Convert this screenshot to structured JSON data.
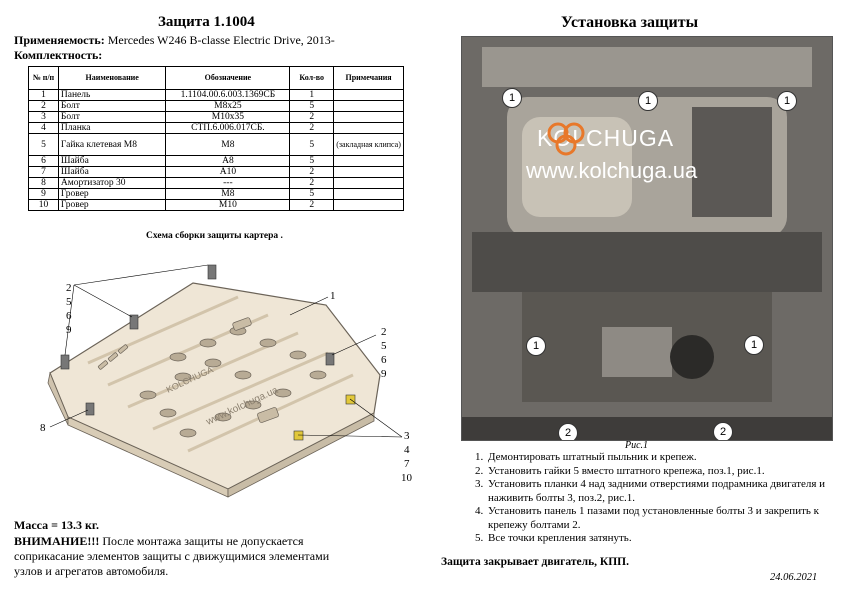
{
  "header": {
    "title": "Защита 1.1004",
    "applicability_label": "Применяемость:",
    "applicability_value": "Mercedes W246 B-classe Electric Drive, 2013-",
    "kit_label": "Комплектность:"
  },
  "table": {
    "columns": [
      "№ п/п",
      "Наименование",
      "Обозначение",
      "Кол-во",
      "Примечания"
    ],
    "rows": [
      [
        "1",
        "Панель",
        "1.1104.00.6.003.1369СБ",
        "1",
        ""
      ],
      [
        "2",
        "Болт",
        "М8х25",
        "5",
        ""
      ],
      [
        "3",
        "Болт",
        "М10х35",
        "2",
        ""
      ],
      [
        "4",
        "Планка",
        "СТП.6.006.017СБ.",
        "2",
        ""
      ],
      [
        "5",
        "Гайка клетевая М8",
        "М8",
        "5",
        "(закладная клипса)"
      ],
      [
        "6",
        "Шайба",
        "А8",
        "5",
        ""
      ],
      [
        "7",
        "Шайба",
        "А10",
        "2",
        ""
      ],
      [
        "8",
        "Амортизатор 30",
        "---",
        "2",
        ""
      ],
      [
        "9",
        "Гровер",
        "М8",
        "5",
        ""
      ],
      [
        "10",
        "Гровер",
        "М10",
        "2",
        ""
      ]
    ]
  },
  "drawing": {
    "caption": "Схема сборки защиты картера .",
    "watermark_url": "www.kolchuga.ua",
    "watermark_brand": "KOLCHUGA",
    "labels_left": [
      "2",
      "5",
      "6",
      "9"
    ],
    "label_panel": "1",
    "labels_right_mid": [
      "2",
      "5",
      "6",
      "9"
    ],
    "label_left_low": "8",
    "labels_right_low": [
      "3",
      "4",
      "7",
      "10"
    ]
  },
  "footer": {
    "mass": "Масса = 13.3 кг.",
    "warning_label": "ВНИМАНИЕ!!!",
    "warning_lines": [
      "После монтажа защиты не допускается",
      "соприкасание элементов защиты с движущимися элементами",
      "узлов и агрегатов автомобиля."
    ]
  },
  "right": {
    "title": "Установка защиты",
    "photo_logo": "KOLCHUGA",
    "photo_url": "www.kolchuga.ua",
    "callouts": [
      "1",
      "1",
      "1",
      "1",
      "1",
      "2",
      "2"
    ],
    "figure_caption": "Рис.1",
    "steps": [
      "Демонтировать штатный пыльник и крепеж.",
      "Установить гайки 5 вместо штатного крепежа, поз.1, рис.1.",
      "Установить планки 4 над задними отверстиями подрамника двигателя и наживить болты 3, поз.2, рис.1.",
      "Установить панель 1 пазами под установленные болты 3 и закрепить к крепежу болтами 2.",
      "Все точки крепления затянуть."
    ],
    "closing": "Защита закрывает двигатель, КПП.",
    "date": "24.06.2021"
  },
  "colors": {
    "accent": "#e8782a",
    "panel": "#efe6d6",
    "photo_bg": "#7a7670"
  }
}
